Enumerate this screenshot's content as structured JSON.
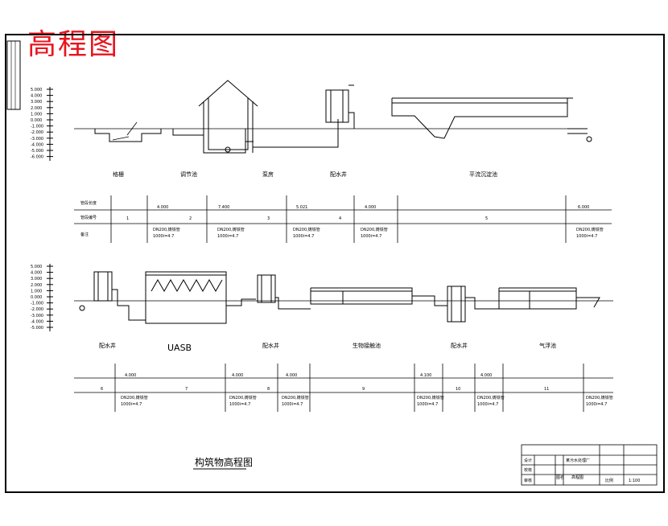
{
  "stamp": {
    "title": "高程图",
    "color": "#e8141e"
  },
  "drawing_title": "构筑物高程图",
  "row1": {
    "elev_ticks": [
      "5.000",
      "4.000",
      "3.000",
      "2.000",
      "1.000",
      "0.000",
      "-1.000",
      "-2.000",
      "-3.000",
      "-4.000",
      "-5.000",
      "-6.000"
    ],
    "structures": [
      "格栅",
      "调节池",
      "泵房",
      "配水井",
      "平流沉淀池"
    ],
    "table": {
      "row_labels": [
        "管段长度",
        "管段编号",
        "备注"
      ],
      "numbers": [
        "1",
        "2",
        "3",
        "4",
        "5"
      ],
      "lengths": [
        "4.000",
        "7.400",
        "5.021",
        "4.000",
        "6.000"
      ],
      "notes": [
        "DN200,铸铁管",
        "DN200,铸铁管",
        "DN200,铸铁管",
        "DN200,铸铁管",
        "DN200,铸铁管"
      ],
      "notes2": [
        "1000i=4.7",
        "1000i=4.7",
        "1000i=4.7",
        "1000i=4.7",
        "1000i=4.7"
      ]
    }
  },
  "row2": {
    "elev_ticks": [
      "5.000",
      "4.000",
      "3.000",
      "2.000",
      "1.000",
      "0.000",
      "-1.000",
      "-2.000",
      "-3.000",
      "-4.000",
      "-5.000"
    ],
    "structures": [
      "配水井",
      "UASB",
      "配水井",
      "生物接触池",
      "配水井",
      "气浮池"
    ],
    "table": {
      "numbers": [
        "6",
        "7",
        "8",
        "9",
        "10",
        "11"
      ],
      "lengths": [
        "4.000",
        "4.000",
        "4.000",
        "4.100",
        "4.000"
      ],
      "notes": [
        "DN200,铸铁管",
        "DN200,铸铁管",
        "DN200,铸铁管",
        "DN200,铸铁管",
        "DN200,铸铁管",
        "DN200,铸铁管"
      ],
      "notes2": [
        "1000i=4.7",
        "1000i=4.7",
        "1000i=4.7",
        "1000i=4.7",
        "1000i=4.7",
        "1000i=4.7"
      ]
    }
  },
  "title_block": {
    "labels": [
      "设计",
      "校核",
      "审核",
      "图名",
      "比例"
    ],
    "project": "某污水处理厂",
    "drawing_name": "高程图",
    "scale": "1:100"
  }
}
